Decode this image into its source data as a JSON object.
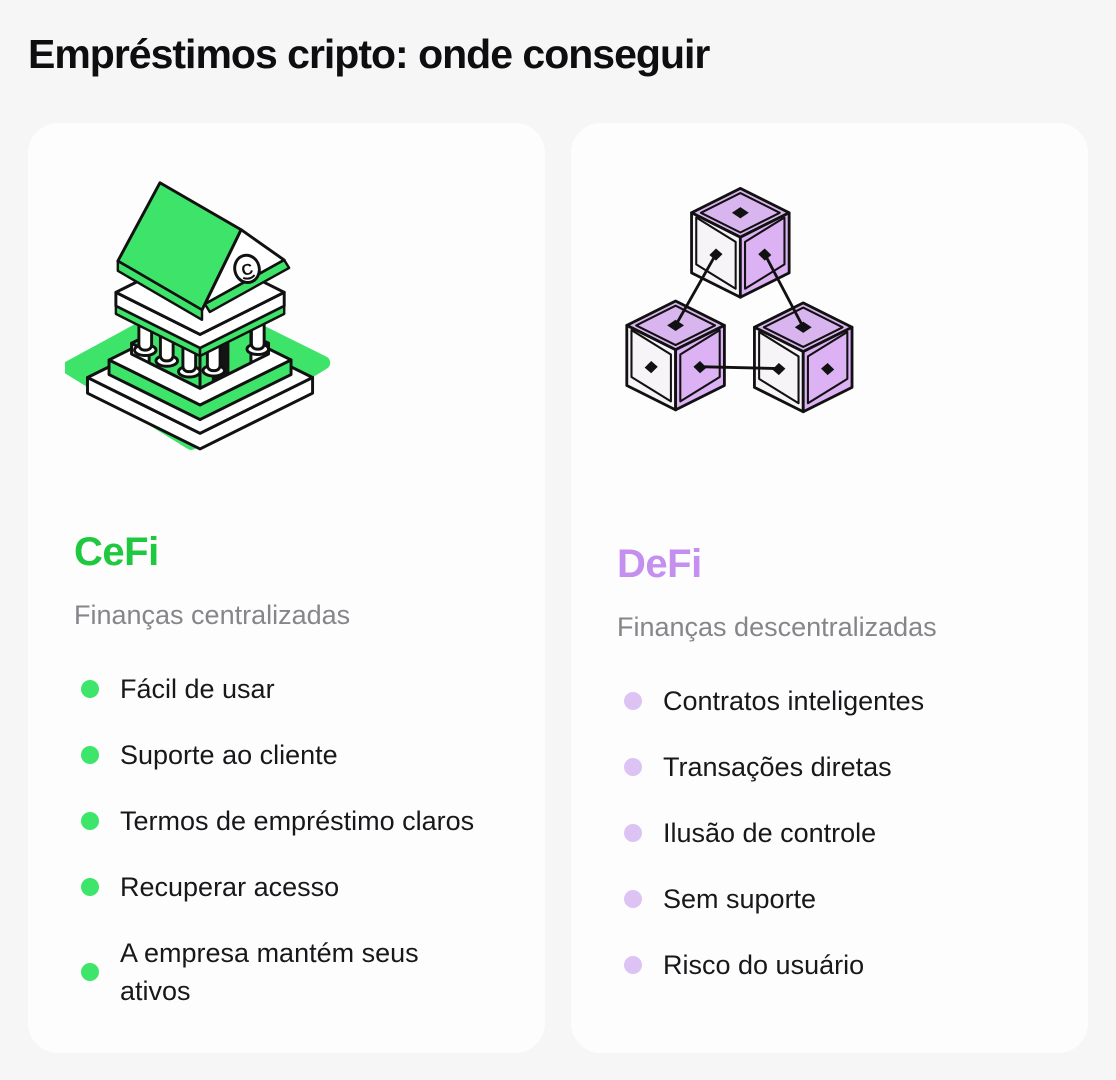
{
  "page": {
    "title": "Empréstimos cripto: onde conseguir",
    "background_color": "#f6f6f6",
    "card_background_color": "#fdfdfd",
    "text_color": "#18181b",
    "subtitle_color": "#85858a"
  },
  "cards": [
    {
      "id": "cefi",
      "illustration": "bank-icon",
      "title": "CeFi",
      "subtitle": "Finanças centralizadas",
      "accent_color": "#1fc93f",
      "bullet_color": "#3ee56b",
      "illustration_green": "#3ee36a",
      "items": [
        "Fácil de usar",
        "Suporte ao cliente",
        "Termos de empréstimo claros",
        "Recuperar acesso",
        "A empresa mantém seus ativos"
      ]
    },
    {
      "id": "defi",
      "illustration": "blockchain-cubes-icon",
      "title": "DeFi",
      "subtitle": "Finanças descentralizadas",
      "accent_color": "#c58ff0",
      "bullet_color": "#ddc2f4",
      "illustration_purple_top": "#d9b5ef",
      "illustration_purple_side": "#dcb2f4",
      "illustration_white_face": "#f6f4f7",
      "items": [
        "Contratos inteligentes",
        "Transações diretas",
        "Ilusão de controle",
        "Sem suporte",
        "Risco do usuário"
      ]
    }
  ]
}
